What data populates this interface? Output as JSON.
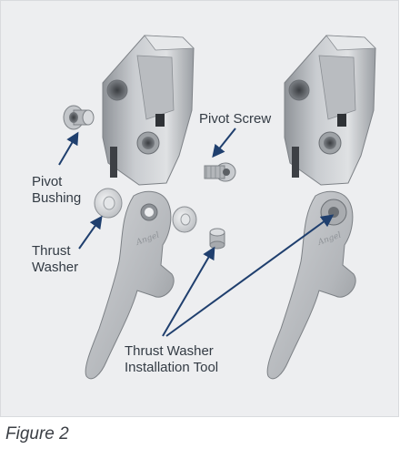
{
  "figure": {
    "callouts": {
      "pivot_screw": "Pivot Screw",
      "pivot_bushing": "Pivot\nBushing",
      "thrust_washer": "Thrust\nWasher",
      "install_tool": "Thrust Washer\nInstallation Tool"
    },
    "lever_engraving": "Angel",
    "arrow_color": "#1f3f6e"
  },
  "caption": "Figure 2"
}
